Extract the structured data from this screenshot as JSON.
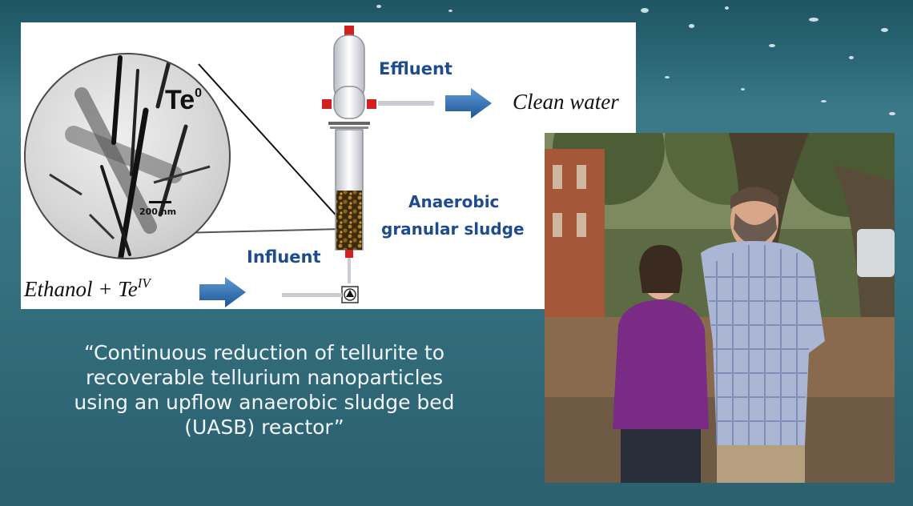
{
  "diagram": {
    "te_label": "Te",
    "te_superscript": "0",
    "scale_label": "200 nm",
    "effluent": "Effluent",
    "clean_water": "Clean water",
    "anaerobic_line1": "Anaerobic",
    "anaerobic_line2": "granular sludge",
    "influent": "Influent",
    "ethanol_text": "Ethanol + Te",
    "ethanol_superscript": "IV"
  },
  "quote": {
    "lines": [
      "“Continuous reduction of tellurite to",
      "recoverable tellurium nanoparticles",
      "using an upflow anaerobic sludge bed",
      "(UASB) reactor”"
    ]
  },
  "colors": {
    "label_blue": "#1e4c8e",
    "arrow_blue": "#2f6fb3",
    "valve_red": "#d21f1f",
    "sky_water": "#3b7888"
  }
}
